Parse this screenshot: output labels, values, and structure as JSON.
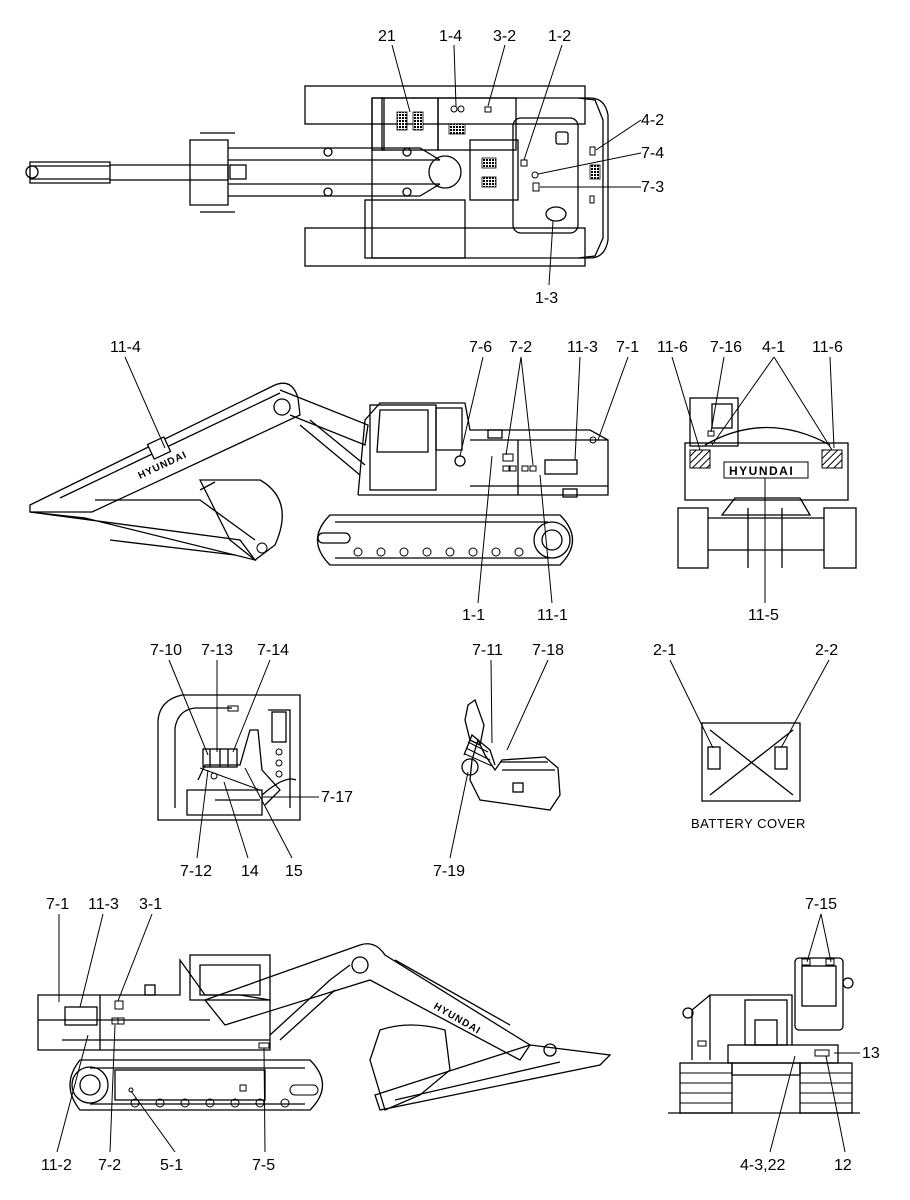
{
  "views": {
    "top": {
      "labels": [
        "21",
        "1-4",
        "3-2",
        "1-2",
        "4-2",
        "7-4",
        "7-3",
        "1-3"
      ]
    },
    "left_side": {
      "labels": [
        "11-4",
        "7-6",
        "7-2",
        "11-3",
        "7-1",
        "1-1",
        "11-1"
      ],
      "brand": "HYUNDAI"
    },
    "rear": {
      "labels": [
        "11-6",
        "7-16",
        "4-1",
        "11-6",
        "11-5"
      ],
      "brand": "HYUNDAI"
    },
    "cab_interior": {
      "labels": [
        "7-10",
        "7-13",
        "7-14",
        "7-17",
        "7-12",
        "14",
        "15"
      ]
    },
    "joystick": {
      "labels": [
        "7-11",
        "7-18",
        "7-19"
      ]
    },
    "battery_cover": {
      "labels": [
        "2-1",
        "2-2"
      ],
      "caption": "BATTERY COVER"
    },
    "right_side": {
      "labels": [
        "7-1",
        "11-3",
        "3-1",
        "11-2",
        "7-2",
        "5-1",
        "7-5"
      ],
      "brand": "HYUNDAI"
    },
    "front": {
      "labels": [
        "7-15",
        "13",
        "4-3,22",
        "12"
      ]
    }
  }
}
